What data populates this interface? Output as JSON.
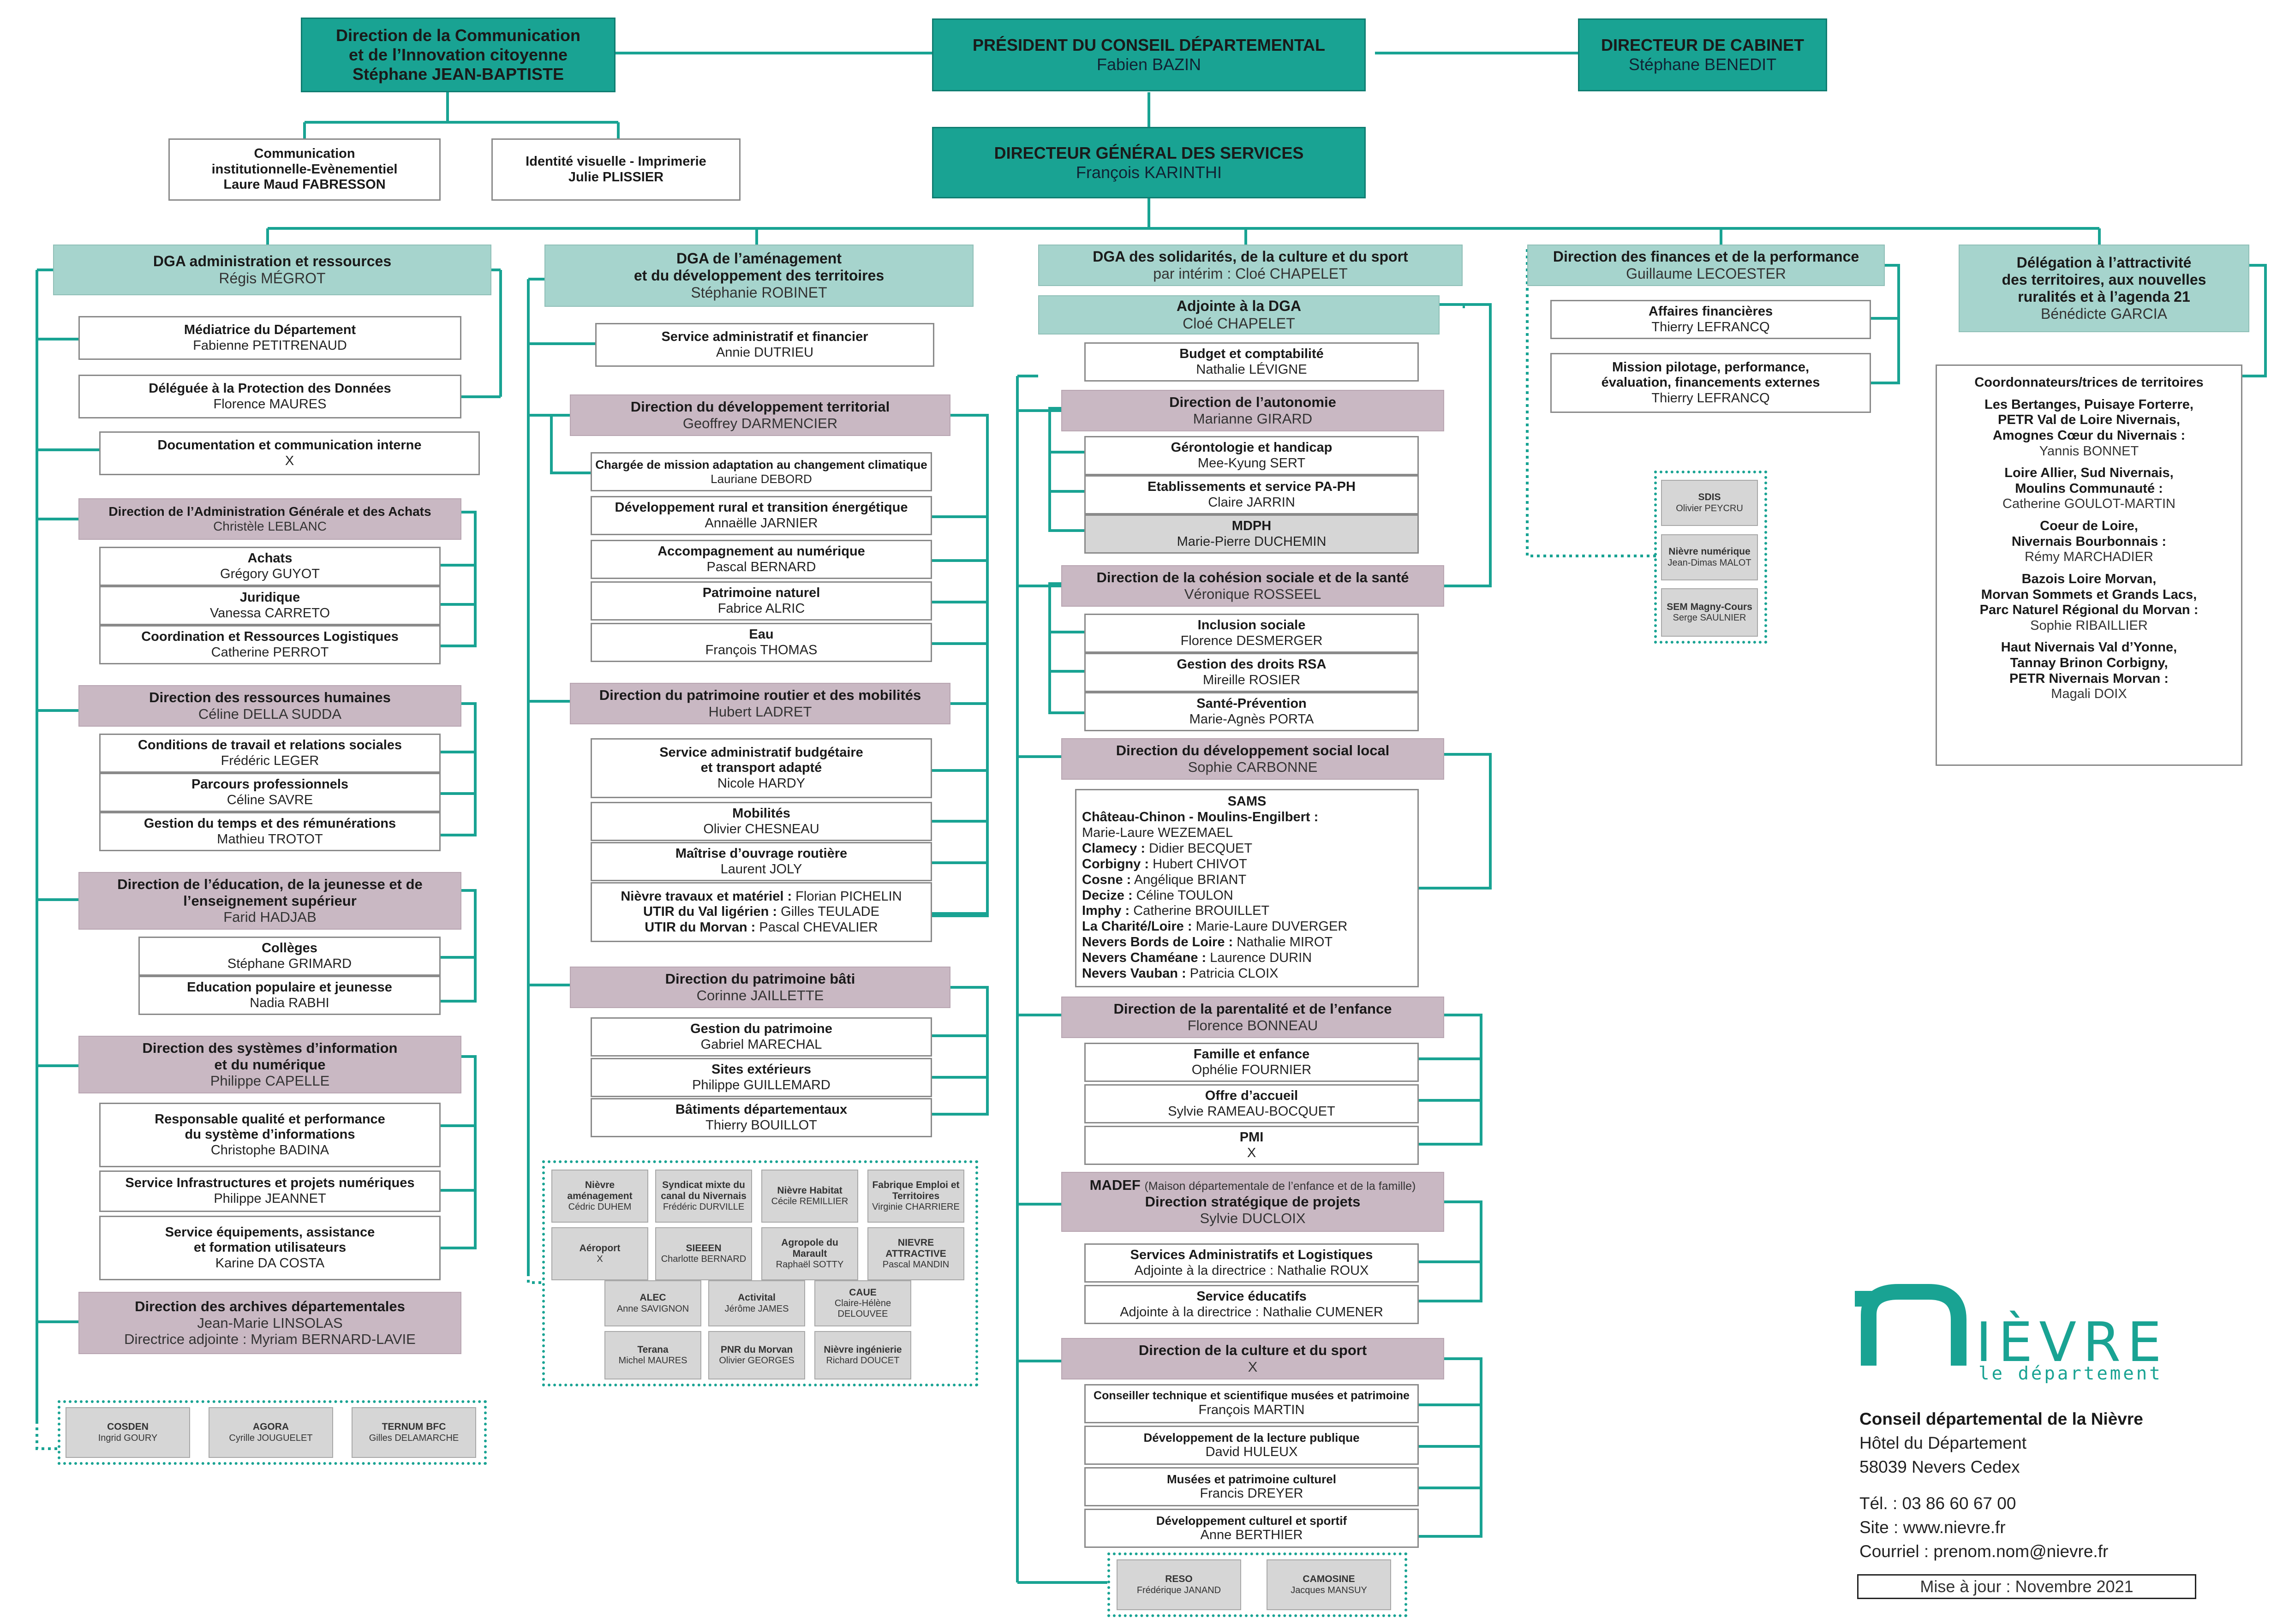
{
  "colors": {
    "teal": "#19a393",
    "light_teal": "#a6d4cd",
    "mauve": "#c9b8c3",
    "grey": "#d6d6d6"
  },
  "top": {
    "president": {
      "title": "PRÉSIDENT DU CONSEIL DÉPARTEMENTAL",
      "name": "Fabien BAZIN"
    },
    "cabinet": {
      "title": "DIRECTEUR DE CABINET",
      "name": "Stéphane BENEDIT"
    },
    "communication": {
      "title1": "Direction de la Communication",
      "title2": "et de l’Innovation citoyenne",
      "name": "Stéphane JEAN-BAPTISTE"
    },
    "comm_inst": {
      "l1": "Communication",
      "l2": "institutionnelle-Evènementiel",
      "l3": "Laure Maud FABRESSON"
    },
    "identite": {
      "l1": "Identité visuelle - Imprimerie",
      "l2": "Julie PLISSIER"
    },
    "dgs": {
      "title": "DIRECTEUR GÉNÉRAL DES SERVICES",
      "name": "François KARINTHI"
    }
  },
  "col1": {
    "dga": {
      "title": "DGA administration et ressources",
      "name": "Régis MÉGROT"
    },
    "mediatrice": {
      "title": "Médiatrice du Département",
      "name": "Fabienne PETITRENAUD"
    },
    "dpo": {
      "title": "Déléguée à la Protection des Données",
      "name": "Florence MAURES"
    },
    "doc": {
      "title": "Documentation et communication interne",
      "name": "X"
    },
    "dag": {
      "title": "Direction de l’Administration Générale et des Achats",
      "name": "Christèle LEBLANC"
    },
    "achats": {
      "title": "Achats",
      "name": "Grégory GUYOT"
    },
    "juridique": {
      "title": "Juridique",
      "name": "Vanessa CARRETO"
    },
    "coord_rl": {
      "title": "Coordination et Ressources Logistiques",
      "name": "Catherine PERROT"
    },
    "drh": {
      "title": "Direction des ressources humaines",
      "name": "Céline DELLA SUDDA"
    },
    "conditions": {
      "title": "Conditions de travail et relations sociales",
      "name": "Frédéric LEGER"
    },
    "parcours": {
      "title": "Parcours professionnels",
      "name": "Céline SAVRE"
    },
    "gestion_temps": {
      "title": "Gestion du temps et des rémunérations",
      "name": "Mathieu TROTOT"
    },
    "educ": {
      "title1": "Direction de l’éducation, de la jeunesse et de",
      "title2": "l’enseignement supérieur",
      "name": "Farid HADJAB"
    },
    "colleges": {
      "title": "Collèges",
      "name": "Stéphane GRIMARD"
    },
    "educ_pop": {
      "title": "Education populaire et jeunesse",
      "name": "Nadia RABHI"
    },
    "dsi": {
      "title1": "Direction des systèmes d’information",
      "title2": "et du numérique",
      "name": "Philippe CAPELLE"
    },
    "qualite": {
      "title1": "Responsable qualité et performance",
      "title2": "du système d’informations",
      "name": "Christophe BADINA"
    },
    "infra": {
      "title": "Service Infrastructures et projets numériques",
      "name": "Philippe JEANNET"
    },
    "equip": {
      "title1": "Service équipements, assistance",
      "title2": "et formation utilisateurs",
      "name": "Karine DA COSTA"
    },
    "archives": {
      "title": "Direction des archives départementales",
      "name": "Jean-Marie LINSOLAS",
      "name2": "Directrice adjointe : Myriam BERNARD-LAVIE"
    },
    "ext": [
      {
        "title": "COSDEN",
        "name": "Ingrid GOURY"
      },
      {
        "title": "AGORA",
        "name": "Cyrille JOUGUELET"
      },
      {
        "title": "TERNUM BFC",
        "name": "Gilles DELAMARCHE"
      }
    ]
  },
  "col2": {
    "dga": {
      "title1": "DGA de l’aménagement",
      "title2": "et du développement des territoires",
      "name": "Stéphanie ROBINET"
    },
    "saf": {
      "title": "Service administratif et financier",
      "name": "Annie DUTRIEU"
    },
    "ddt": {
      "title": "Direction du développement territorial",
      "name": "Geoffrey DARMENCIER"
    },
    "mission_adapt": {
      "title": "Chargée de mission adaptation au changement climatique",
      "name": "Lauriane DEBORD"
    },
    "dev_rural": {
      "title": "Développement rural et transition énergétique",
      "name": "Annaëlle JARNIER"
    },
    "accomp": {
      "title": "Accompagnement au numérique",
      "name": "Pascal BERNARD"
    },
    "patrimoine_nat": {
      "title": "Patrimoine naturel",
      "name": "Fabrice ALRIC"
    },
    "eau": {
      "title": "Eau",
      "name": "François THOMAS"
    },
    "dprm": {
      "title": "Direction du patrimoine routier et des mobilités",
      "name": "Hubert LADRET"
    },
    "sabt": {
      "title1": "Service administratif budgétaire",
      "title2": "et transport adapté",
      "name": "Nicole HARDY"
    },
    "mobilites": {
      "title": "Mobilités",
      "name": "Olivier CHESNEAU"
    },
    "moa": {
      "title": "Maîtrise d’ouvrage routière",
      "name": "Laurent JOLY"
    },
    "utir": [
      {
        "label": "Nièvre travaux et matériel :",
        "name": "Florian PICHELIN"
      },
      {
        "label": "UTIR du Val ligérien :",
        "name": "Gilles TEULADE"
      },
      {
        "label": "UTIR du Morvan :",
        "name": "Pascal CHEVALIER"
      }
    ],
    "dpb": {
      "title": "Direction du patrimoine bâti",
      "name": "Corinne JAILLETTE"
    },
    "gestion_pat": {
      "title": "Gestion du patrimoine",
      "name": "Gabriel MARECHAL"
    },
    "sites": {
      "title": "Sites extérieurs",
      "name": "Philippe GUILLEMARD"
    },
    "batiments": {
      "title": "Bâtiments départementaux",
      "name": "Thierry BOUILLOT"
    },
    "ext": [
      {
        "title": "Nièvre aménagement",
        "name": "Cédric DUHEM"
      },
      {
        "title": "Syndicat mixte du canal du Nivernais",
        "name": "Frédéric DURVILLE"
      },
      {
        "title": "Nièvre Habitat",
        "name": "Cécile REMILLIER"
      },
      {
        "title": "Fabrique Emploi et Territoires",
        "name": "Virginie CHARRIERE"
      },
      {
        "title": "Aéroport",
        "name": "X"
      },
      {
        "title": "SIEEEN",
        "name": "Charlotte BERNARD"
      },
      {
        "title": "Agropole du Marault",
        "name": "Raphaël SOTTY"
      },
      {
        "title": "NIEVRE ATTRACTIVE",
        "name": "Pascal MANDIN"
      },
      {
        "title": "ALEC",
        "name": "Anne SAVIGNON"
      },
      {
        "title": "Activital",
        "name": "Jérôme JAMES"
      },
      {
        "title": "CAUE",
        "name": "Claire-Hélène DELOUVEE"
      },
      {
        "title": "Terana",
        "name": "Michel MAURES"
      },
      {
        "title": "PNR du Morvan",
        "name": "Olivier GEORGES"
      },
      {
        "title": "Nièvre ingénierie",
        "name": "Richard DOUCET"
      }
    ]
  },
  "col3": {
    "dga": {
      "title": "DGA des solidarités, de la culture et du sport",
      "name": "par intérim : Cloé CHAPELET"
    },
    "adjointe": {
      "title": "Adjointe à la DGA",
      "name": "Cloé CHAPELET"
    },
    "budget": {
      "title": "Budget et comptabilité",
      "name": "Nathalie LÉVIGNE"
    },
    "autonomie": {
      "title": "Direction de l’autonomie",
      "name": "Marianne GIRARD"
    },
    "geronto": {
      "title": "Gérontologie et handicap",
      "name": "Mee-Kyung SERT"
    },
    "etab": {
      "title": "Etablissements et service PA-PH",
      "name": "Claire JARRIN"
    },
    "mdph": {
      "title": "MDPH",
      "name": "Marie-Pierre DUCHEMIN"
    },
    "cohesion": {
      "title": "Direction de la cohésion sociale et de la santé",
      "name": "Véronique ROSSEEL"
    },
    "inclusion": {
      "title": "Inclusion sociale",
      "name": "Florence DESMERGER"
    },
    "rsa": {
      "title": "Gestion des droits RSA",
      "name": "Mireille ROSIER"
    },
    "sante": {
      "title": "Santé-Prévention",
      "name": "Marie-Agnès PORTA"
    },
    "dsl": {
      "title": "Direction du développement social local",
      "name": "Sophie CARBONNE"
    },
    "sams_title": "SAMS",
    "sams": [
      {
        "label": "Château-Chinon - Moulins-Engilbert :",
        "name": ""
      },
      {
        "label": "",
        "name": "Marie-Laure WEZEMAEL"
      },
      {
        "label": "Clamecy :",
        "name": "Didier BECQUET"
      },
      {
        "label": "Corbigny :",
        "name": "Hubert CHIVOT"
      },
      {
        "label": "Cosne :",
        "name": "Angélique BRIANT"
      },
      {
        "label": "Decize :",
        "name": "Céline TOULON"
      },
      {
        "label": "Imphy :",
        "name": "Catherine BROUILLET"
      },
      {
        "label": "La Charité/Loire :",
        "name": "Marie-Laure DUVERGER"
      },
      {
        "label": "Nevers Bords de Loire :",
        "name": "Nathalie MIROT"
      },
      {
        "label": "Nevers Chaméane :",
        "name": "Laurence DURIN"
      },
      {
        "label": "Nevers Vauban :",
        "name": "Patricia CLOIX"
      }
    ],
    "parentalite": {
      "title": "Direction de la parentalité et de l’enfance",
      "name": "Florence BONNEAU"
    },
    "famille": {
      "title": "Famille et enfance",
      "name": "Ophélie FOURNIER"
    },
    "offre": {
      "title": "Offre d’accueil",
      "name": "Sylvie RAMEAU-BOCQUET"
    },
    "pmi": {
      "title": "PMI",
      "name": "X"
    },
    "madef": {
      "title_b": "MADEF",
      "title_s": "(Maison départementale de l’enfance et de la famille)",
      "title2": "Direction stratégique de projets",
      "name": "Sylvie DUCLOIX"
    },
    "sal": {
      "title": "Services Administratifs et Logistiques",
      "name": "Adjointe à la directrice : Nathalie ROUX"
    },
    "educatifs": {
      "title": "Service éducatifs",
      "name": "Adjointe à la directrice : Nathalie CUMENER"
    },
    "culture": {
      "title": "Direction de la culture et du sport",
      "name": "X"
    },
    "conseiller": {
      "title": "Conseiller technique et scientifique musées et patrimoine",
      "name": "François MARTIN"
    },
    "lecture": {
      "title": "Développement de la lecture publique",
      "name": "David HULEUX"
    },
    "musees": {
      "title": "Musées et patrimoine culturel",
      "name": "Francis DREYER"
    },
    "dev_culturel": {
      "title": "Développement culturel et sportif",
      "name": "Anne BERTHIER"
    },
    "ext": [
      {
        "title": "RESO",
        "name": "Frédérique JANAND"
      },
      {
        "title": "CAMOSINE",
        "name": "Jacques MANSUY"
      }
    ]
  },
  "col4": {
    "finances": {
      "title": "Direction des finances et de la performance",
      "name": "Guillaume LECOESTER"
    },
    "affaires": {
      "title": "Affaires financières",
      "name": "Thierry LEFRANCQ"
    },
    "pilotage": {
      "title1": "Mission pilotage, performance,",
      "title2": "évaluation, financements externes",
      "name": "Thierry LEFRANCQ"
    },
    "ext": [
      {
        "title": "SDIS",
        "name": "Olivier PEYCRU"
      },
      {
        "title": "Nièvre numérique",
        "name": "Jean-Dimas MALOT"
      },
      {
        "title": "SEM Magny-Cours",
        "name": "Serge SAULNIER"
      }
    ]
  },
  "col5": {
    "delegation": {
      "title1": "Délégation à l’attractivité",
      "title2": "des territoires, aux nouvelles",
      "title3": "ruralités et à l’agenda 21",
      "name": "Bénédicte GARCIA"
    },
    "coord_title": "Coordonnateurs/trices de territoires",
    "coord": [
      {
        "l1": "Les Bertanges, Puisaye Forterre,",
        "l2": "PETR Val de Loire Nivernais,",
        "l3": "Amognes Cœur du Nivernais :",
        "name": "Yannis BONNET"
      },
      {
        "l1": "Loire Allier, Sud Nivernais,",
        "l2": "Moulins Communauté :",
        "l3": "",
        "name": "Catherine GOULOT-MARTIN"
      },
      {
        "l1": "Coeur de Loire,",
        "l2": "Nivernais Bourbonnais :",
        "l3": "",
        "name": "Rémy MARCHADIER"
      },
      {
        "l1": "Bazois Loire Morvan,",
        "l2": "Morvan Sommets et Grands Lacs,",
        "l3": "Parc Naturel Régional du Morvan :",
        "name": "Sophie RIBAILLIER"
      },
      {
        "l1": "Haut Nivernais Val d’Yonne,",
        "l2": "Tannay Brinon Corbigny,",
        "l3": "PETR Nivernais Morvan :",
        "name": "Magali DOIX"
      }
    ]
  },
  "footer": {
    "logo_text": "IÈVRE",
    "logo_sub": "le département",
    "org": "Conseil départemental de la Nièvre",
    "addr1": "Hôtel du Département",
    "addr2": "58039 Nevers Cedex",
    "tel": "Tél. : 03 86 60 67 00",
    "site": "Site : www.nievre.fr",
    "mail": "Courriel : prenom.nom@nievre.fr",
    "update": "Mise à jour : Novembre 2021"
  }
}
